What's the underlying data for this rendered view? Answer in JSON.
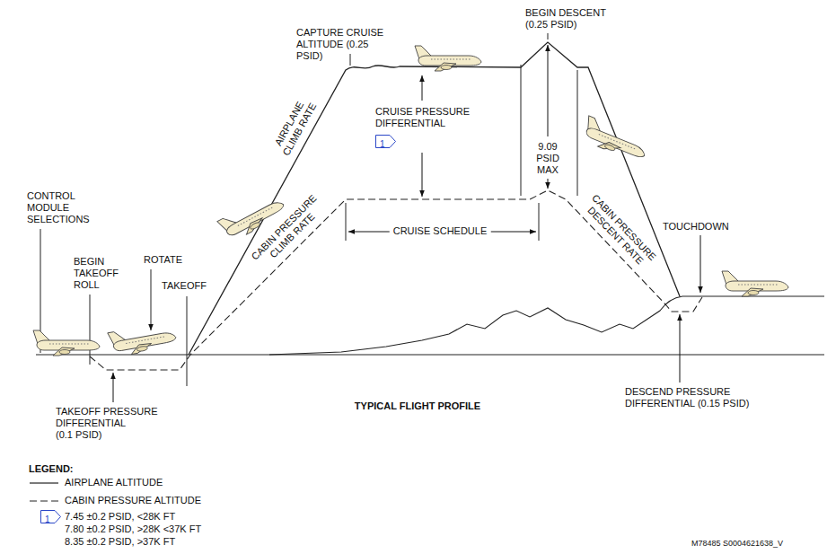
{
  "diagram": {
    "title": "TYPICAL FLIGHT PROFILE",
    "nodes": [
      {
        "text": [
          "1"
        ]
      },
      {
        "text": [
          "1"
        ]
      }
    ],
    "labels": [
      "CONTROL MODULE SELECTIONS",
      "BEGIN TAKEOFF ROLL",
      "ROTATE",
      "TAKEOFF",
      "AIRPLANE CLIMB RATE",
      "CABIN PRESSURE CLIMB RATE",
      "CAPTURE CRUISE ALTITUDE (0.25 PSID)",
      "CRUISE PRESSURE DIFFERENTIAL",
      "BEGIN DESCENT (0.25 PSID)",
      "9.09 PSID MAX",
      "CRUISE SCHEDULE",
      "CABIN PRESSURE DESCENT RATE",
      "TOUCHDOWN",
      "TAKEOFF PRESSURE DIFFERENTIAL (0.1 PSID)",
      "DESCEND PRESSURE DIFFERENTIAL (0.15 PSID)",
      "LEGEND:",
      "7.45 ±0.2 PSID, <28K FT",
      "7.80 ±0.2 PSID, >28K <37K FT",
      "8.35 ±0.2 PSID, >37K FT",
      "M78485 S0004621638_V"
    ],
    "legend": [
      {
        "text": "AIRPLANE ALTITUDE"
      },
      {
        "text": "CABIN PRESSURE ALTITUDE"
      }
    ]
  }
}
